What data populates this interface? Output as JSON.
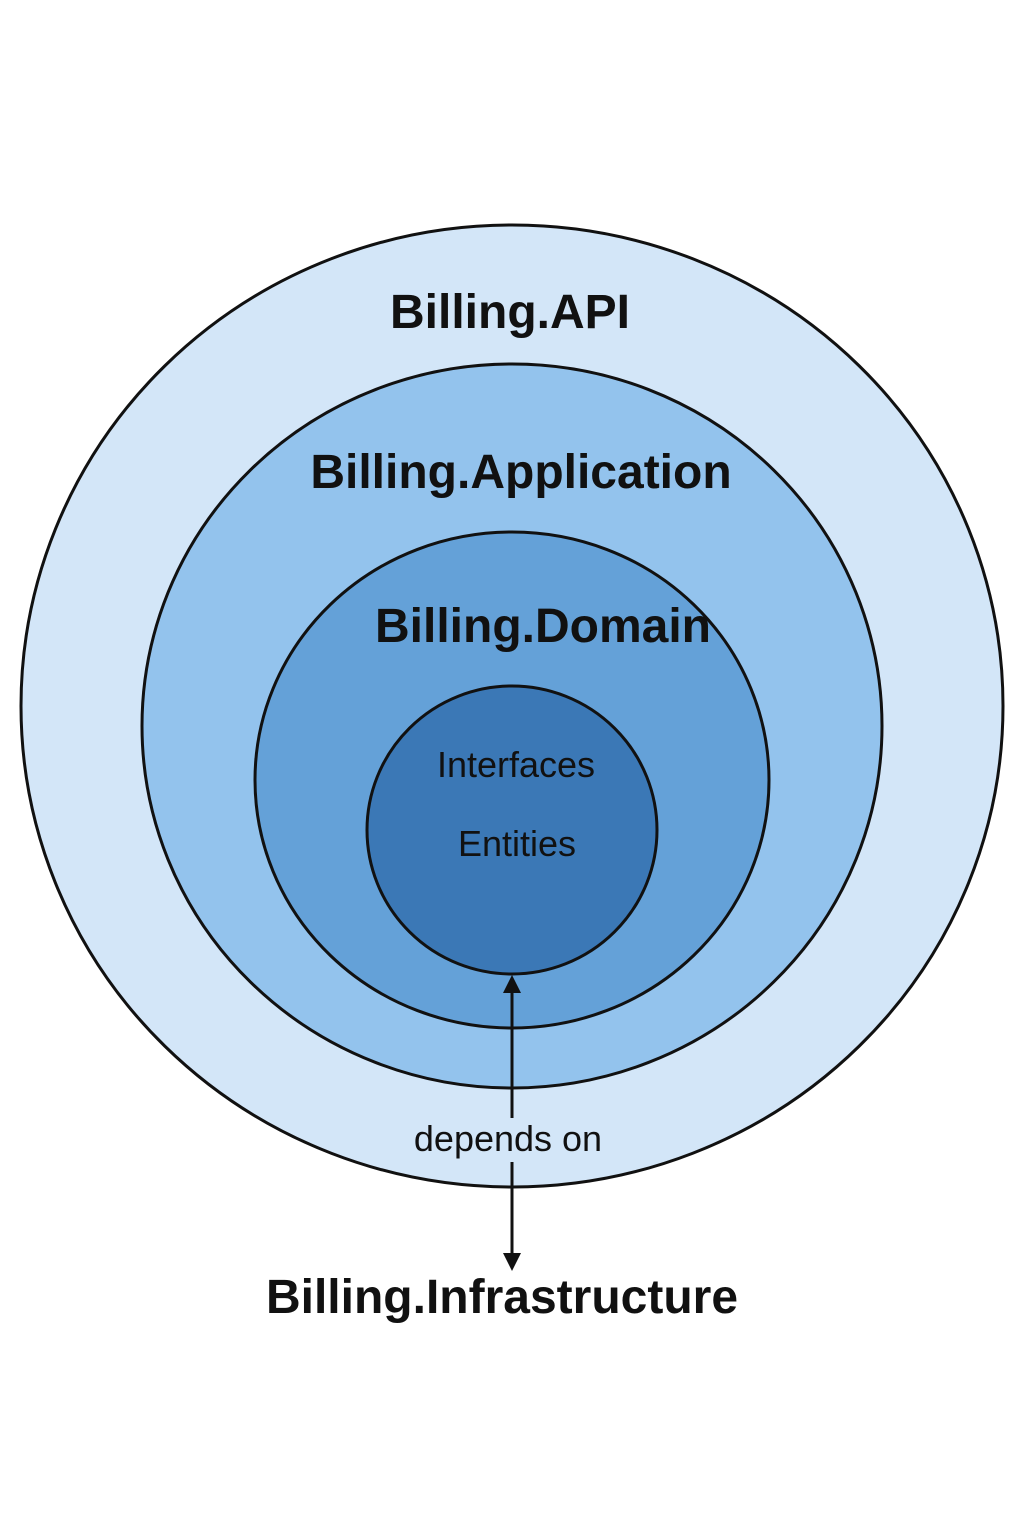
{
  "layers": {
    "api": {
      "label": "Billing.API",
      "fill": "#d3e6f8"
    },
    "application": {
      "label": "Billing.Application",
      "fill": "#93c3ed"
    },
    "domain": {
      "label": "Billing.Domain",
      "fill": "#64a1d8"
    },
    "core": {
      "fill": "#3b78b6",
      "items": [
        "Interfaces",
        "Entities"
      ]
    }
  },
  "dependency": {
    "label": "depends on",
    "target": "Billing.Infrastructure",
    "stroke": "#111111"
  }
}
